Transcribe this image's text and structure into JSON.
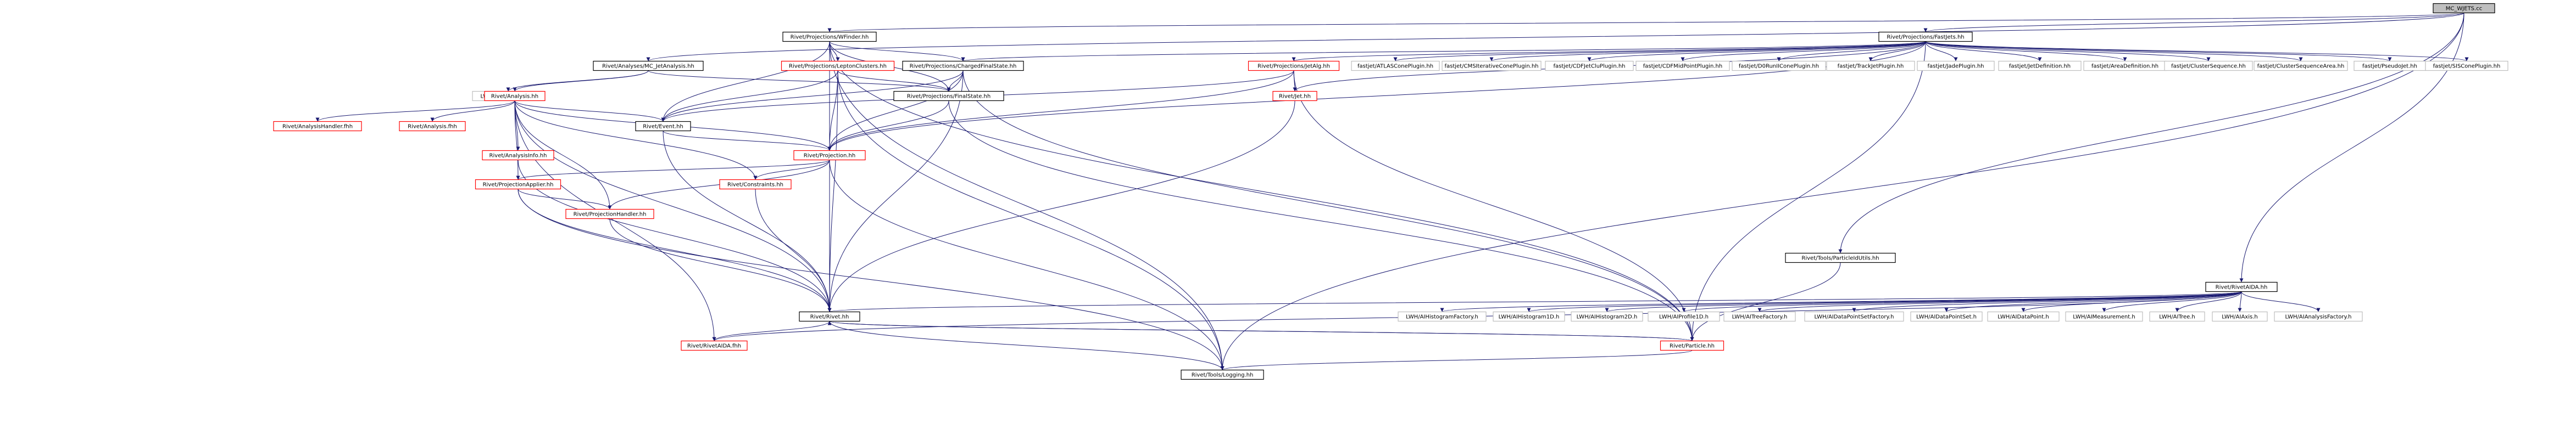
{
  "colors": {
    "edge": "#191970",
    "node_black_border": "#000000",
    "node_red_border": "#ff0000",
    "node_gray_border": "#bfbfbf",
    "root_fill": "#bfbfbf",
    "node_fill": "#ffffff"
  },
  "nodes": [
    {
      "id": "root",
      "label": "MC_WJETS.cc",
      "style": "root"
    },
    {
      "id": "wfinder",
      "label": "Rivet/Projections/WFinder.hh",
      "style": "black"
    },
    {
      "id": "fastjets",
      "label": "Rivet/Projections/FastJets.hh",
      "style": "black"
    },
    {
      "id": "mcjet",
      "label": "Rivet/Analyses/MC_JetAnalysis.hh",
      "style": "black"
    },
    {
      "id": "lepton",
      "label": "Rivet/Projections/LeptonClusters.hh",
      "style": "red"
    },
    {
      "id": "chargedfs",
      "label": "Rivet/Projections/ChargedFinalState.hh",
      "style": "black"
    },
    {
      "id": "jetalg",
      "label": "Rivet/Projections/JetAlg.hh",
      "style": "red"
    },
    {
      "id": "fj_atlas",
      "label": "fastjet/ATLASConePlugin.hh",
      "style": "gray"
    },
    {
      "id": "fj_cms",
      "label": "fastjet/CMSIterativeConePlugin.hh",
      "style": "gray"
    },
    {
      "id": "fj_cdfjet",
      "label": "fastjet/CDFJetCluPlugin.hh",
      "style": "gray"
    },
    {
      "id": "fj_cdfmid",
      "label": "fastjet/CDFMidPointPlugin.hh",
      "style": "gray"
    },
    {
      "id": "fj_d0",
      "label": "fastjet/D0RunIIConePlugin.hh",
      "style": "gray"
    },
    {
      "id": "fj_track",
      "label": "fastjet/TrackJetPlugin.hh",
      "style": "gray"
    },
    {
      "id": "fj_jade",
      "label": "fastjet/JadePlugin.hh",
      "style": "gray"
    },
    {
      "id": "fj_jetdef",
      "label": "fastjet/JetDefinition.hh",
      "style": "gray"
    },
    {
      "id": "fj_areadef",
      "label": "fastjet/AreaDefinition.hh",
      "style": "gray"
    },
    {
      "id": "fj_cs",
      "label": "fastjet/ClusterSequence.hh",
      "style": "gray"
    },
    {
      "id": "fj_csa",
      "label": "fastjet/ClusterSequenceArea.hh",
      "style": "gray"
    },
    {
      "id": "fj_pseudo",
      "label": "fastjet/PseudoJet.hh",
      "style": "gray"
    },
    {
      "id": "fj_siscone",
      "label": "fastjet/SISConePlugin.hh",
      "style": "gray"
    },
    {
      "id": "lwh_histo1d",
      "label": "LWH/Histogram1D.h",
      "style": "gray"
    },
    {
      "id": "analysis",
      "label": "Rivet/Analysis.hh",
      "style": "red"
    },
    {
      "id": "finalstate",
      "label": "Rivet/Projections/FinalState.hh",
      "style": "black"
    },
    {
      "id": "jet",
      "label": "Rivet/Jet.hh",
      "style": "red"
    },
    {
      "id": "analysishandler",
      "label": "Rivet/AnalysisHandler.fhh",
      "style": "red"
    },
    {
      "id": "analysisfhh",
      "label": "Rivet/Analysis.fhh",
      "style": "red"
    },
    {
      "id": "event",
      "label": "Rivet/Event.hh",
      "style": "black"
    },
    {
      "id": "analysisinfo",
      "label": "Rivet/AnalysisInfo.hh",
      "style": "red"
    },
    {
      "id": "projection",
      "label": "Rivet/Projection.hh",
      "style": "red"
    },
    {
      "id": "projapplier",
      "label": "Rivet/ProjectionApplier.hh",
      "style": "red"
    },
    {
      "id": "constraints",
      "label": "Rivet/Constraints.hh",
      "style": "red"
    },
    {
      "id": "projhandler",
      "label": "Rivet/ProjectionHandler.hh",
      "style": "red"
    },
    {
      "id": "particleidutils",
      "label": "Rivet/Tools/ParticleIdUtils.hh",
      "style": "black"
    },
    {
      "id": "rivetaida",
      "label": "Rivet/RivetAIDA.hh",
      "style": "black"
    },
    {
      "id": "rivet",
      "label": "Rivet/Rivet.hh",
      "style": "black"
    },
    {
      "id": "lwh_hf",
      "label": "LWH/AIHistogramFactory.h",
      "style": "gray"
    },
    {
      "id": "lwh_h1d",
      "label": "LWH/AIHistogram1D.h",
      "style": "gray"
    },
    {
      "id": "lwh_h2d",
      "label": "LWH/AIHistogram2D.h",
      "style": "gray"
    },
    {
      "id": "lwh_p1d",
      "label": "LWH/AIProfile1D.h",
      "style": "gray"
    },
    {
      "id": "lwh_tf",
      "label": "LWH/AITreeFactory.h",
      "style": "gray"
    },
    {
      "id": "lwh_dpsf",
      "label": "LWH/AIDataPointSetFactory.h",
      "style": "gray"
    },
    {
      "id": "lwh_dps",
      "label": "LWH/AIDataPointSet.h",
      "style": "gray"
    },
    {
      "id": "lwh_dp",
      "label": "LWH/AIDataPoint.h",
      "style": "gray"
    },
    {
      "id": "lwh_meas",
      "label": "LWH/AIMeasurement.h",
      "style": "gray"
    },
    {
      "id": "lwh_tree",
      "label": "LWH/AITree.h",
      "style": "gray"
    },
    {
      "id": "lwh_axis",
      "label": "LWH/AIAxis.h",
      "style": "gray"
    },
    {
      "id": "lwh_af",
      "label": "LWH/AIAnalysisFactory.h",
      "style": "gray"
    },
    {
      "id": "rivetaida_fhh",
      "label": "Rivet/RivetAIDA.fhh",
      "style": "red"
    },
    {
      "id": "particle",
      "label": "Rivet/Particle.hh",
      "style": "red"
    },
    {
      "id": "logging",
      "label": "Rivet/Tools/Logging.hh",
      "style": "black"
    }
  ],
  "edges": [
    [
      "root",
      "wfinder"
    ],
    [
      "root",
      "fastjets"
    ],
    [
      "root",
      "mcjet"
    ],
    [
      "root",
      "particleidutils"
    ],
    [
      "root",
      "rivetaida"
    ],
    [
      "root",
      "logging"
    ],
    [
      "wfinder",
      "lepton"
    ],
    [
      "wfinder",
      "chargedfs"
    ],
    [
      "wfinder",
      "finalstate"
    ],
    [
      "wfinder",
      "event"
    ],
    [
      "wfinder",
      "projection"
    ],
    [
      "wfinder",
      "rivet"
    ],
    [
      "wfinder",
      "particle"
    ],
    [
      "wfinder",
      "logging"
    ],
    [
      "fastjets",
      "jetalg"
    ],
    [
      "fastjets",
      "chargedfs"
    ],
    [
      "fastjets",
      "fj_atlas"
    ],
    [
      "fastjets",
      "fj_cms"
    ],
    [
      "fastjets",
      "fj_cdfjet"
    ],
    [
      "fastjets",
      "fj_cdfmid"
    ],
    [
      "fastjets",
      "fj_d0"
    ],
    [
      "fastjets",
      "fj_track"
    ],
    [
      "fastjets",
      "fj_jade"
    ],
    [
      "fastjets",
      "fj_jetdef"
    ],
    [
      "fastjets",
      "fj_areadef"
    ],
    [
      "fastjets",
      "fj_cs"
    ],
    [
      "fastjets",
      "fj_csa"
    ],
    [
      "fastjets",
      "fj_pseudo"
    ],
    [
      "fastjets",
      "fj_siscone"
    ],
    [
      "fastjets",
      "jet"
    ],
    [
      "fastjets",
      "projection"
    ],
    [
      "fastjets",
      "particle"
    ],
    [
      "mcjet",
      "lwh_histo1d"
    ],
    [
      "mcjet",
      "analysis"
    ],
    [
      "mcjet",
      "finalstate"
    ],
    [
      "lepton",
      "finalstate"
    ],
    [
      "lepton",
      "event"
    ],
    [
      "lepton",
      "projection"
    ],
    [
      "lepton",
      "rivet"
    ],
    [
      "lepton",
      "logging"
    ],
    [
      "chargedfs",
      "finalstate"
    ],
    [
      "chargedfs",
      "event"
    ],
    [
      "chargedfs",
      "projection"
    ],
    [
      "chargedfs",
      "rivet"
    ],
    [
      "chargedfs",
      "particle"
    ],
    [
      "jetalg",
      "event"
    ],
    [
      "jetalg",
      "jet"
    ],
    [
      "jetalg",
      "projection"
    ],
    [
      "jetalg",
      "particle"
    ],
    [
      "analysis",
      "analysishandler"
    ],
    [
      "analysis",
      "analysisfhh"
    ],
    [
      "analysis",
      "event"
    ],
    [
      "analysis",
      "analysisinfo"
    ],
    [
      "analysis",
      "projection"
    ],
    [
      "analysis",
      "projapplier"
    ],
    [
      "analysis",
      "constraints"
    ],
    [
      "analysis",
      "projhandler"
    ],
    [
      "analysis",
      "rivetaida_fhh"
    ],
    [
      "analysis",
      "rivet"
    ],
    [
      "finalstate",
      "projection"
    ],
    [
      "finalstate",
      "particle"
    ],
    [
      "jet",
      "rivet"
    ],
    [
      "event",
      "projection"
    ],
    [
      "event",
      "rivet"
    ],
    [
      "analysisinfo",
      "rivet"
    ],
    [
      "projection",
      "projapplier"
    ],
    [
      "projection",
      "constraints"
    ],
    [
      "projection",
      "projhandler"
    ],
    [
      "projection",
      "rivet"
    ],
    [
      "projection",
      "logging"
    ],
    [
      "projapplier",
      "projhandler"
    ],
    [
      "projapplier",
      "rivet"
    ],
    [
      "projapplier",
      "logging"
    ],
    [
      "constraints",
      "rivet"
    ],
    [
      "projhandler",
      "rivet"
    ],
    [
      "particleidutils",
      "particle"
    ],
    [
      "rivetaida",
      "rivet"
    ],
    [
      "rivetaida",
      "lwh_hf"
    ],
    [
      "rivetaida",
      "lwh_h1d"
    ],
    [
      "rivetaida",
      "lwh_h2d"
    ],
    [
      "rivetaida",
      "lwh_p1d"
    ],
    [
      "rivetaida",
      "lwh_tf"
    ],
    [
      "rivetaida",
      "lwh_dpsf"
    ],
    [
      "rivetaida",
      "lwh_dps"
    ],
    [
      "rivetaida",
      "lwh_dp"
    ],
    [
      "rivetaida",
      "lwh_meas"
    ],
    [
      "rivetaida",
      "lwh_tree"
    ],
    [
      "rivetaida",
      "lwh_axis"
    ],
    [
      "rivetaida",
      "lwh_af"
    ],
    [
      "rivetaida",
      "rivetaida_fhh"
    ],
    [
      "rivet",
      "rivetaida_fhh"
    ],
    [
      "rivet",
      "particle"
    ],
    [
      "rivet",
      "logging"
    ],
    [
      "particle",
      "rivet"
    ],
    [
      "particle",
      "logging"
    ]
  ]
}
